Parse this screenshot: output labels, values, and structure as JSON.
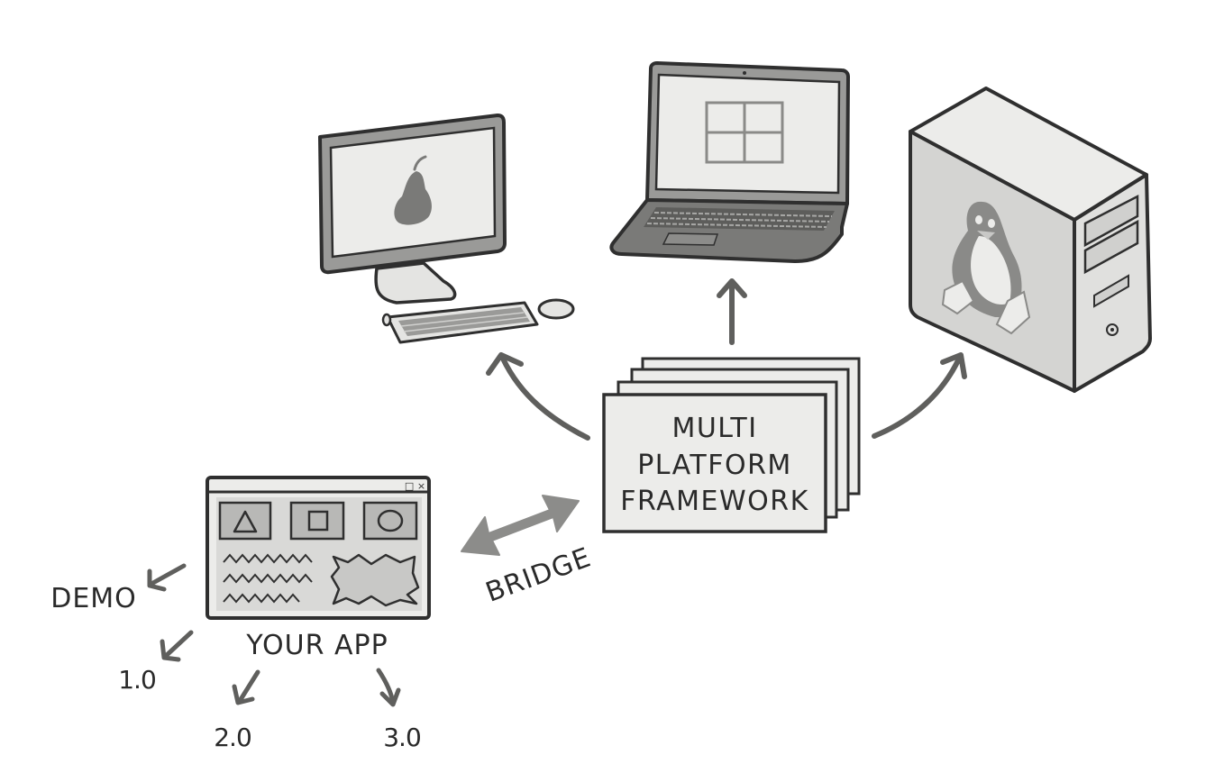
{
  "framework": {
    "lines": [
      "MULTI",
      "PLATFORM",
      "FRAMEWORK"
    ]
  },
  "bridge": {
    "label": "BRIDGE"
  },
  "app": {
    "label": "YOUR APP",
    "window_controls": "_ □ ×"
  },
  "versions": {
    "demo": "DEMO",
    "v1": "1.0",
    "v2": "2.0",
    "v3": "3.0"
  },
  "platforms": {
    "desktop_logo": "pear-icon",
    "laptop_logo": "windows-grid-icon",
    "tower_logo": "penguin-icon"
  },
  "colors": {
    "ink": "#2f2f2f",
    "arrow": "#5f5f5d",
    "screen": "#ececea",
    "panel": "#d9d9d7",
    "tower": "#d4d4d2"
  }
}
